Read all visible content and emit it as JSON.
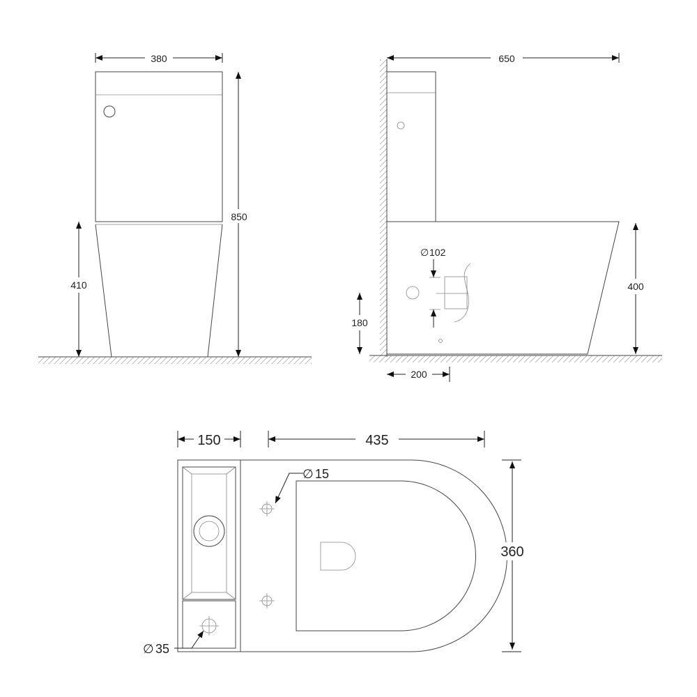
{
  "front_view": {
    "width": "380",
    "height": "850",
    "seat_height": "410"
  },
  "side_view": {
    "depth": "650",
    "seat_height": "400",
    "outlet_diameter": "102",
    "outlet_height": "180",
    "outlet_distance": "200"
  },
  "top_view": {
    "tank_depth": "150",
    "bowl_length": "435",
    "width": "360",
    "fixing_hole": "15",
    "flush_hole": "35"
  },
  "symbols": {
    "diameter": "∅"
  }
}
